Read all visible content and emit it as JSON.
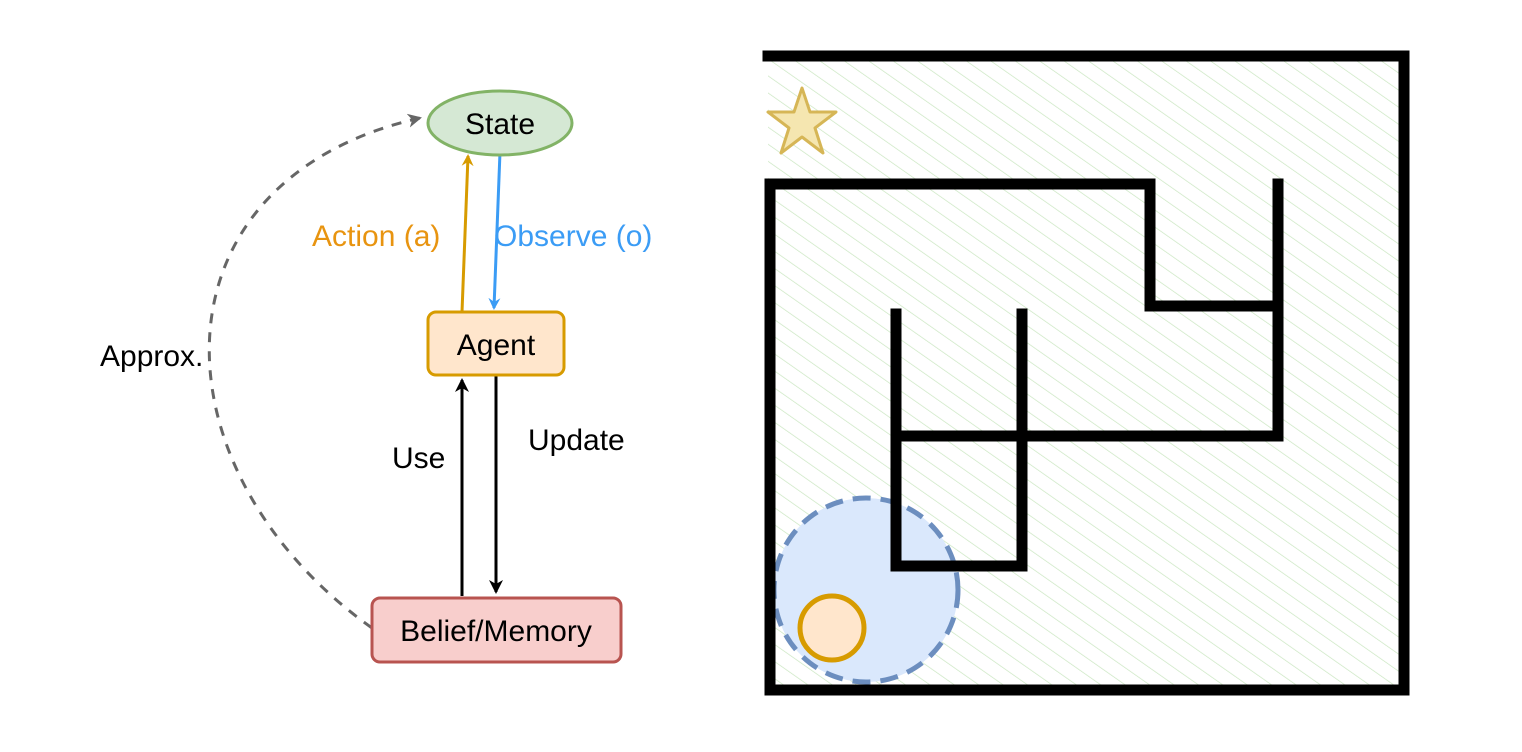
{
  "flow": {
    "nodes": {
      "state": {
        "label": "State",
        "fill": "#d5e8d4",
        "stroke": "#82b366"
      },
      "agent": {
        "label": "Agent",
        "fill": "#ffe6cc",
        "stroke": "#d79b00"
      },
      "belief": {
        "label": "Belief/Memory",
        "fill": "#f8cecc",
        "stroke": "#b85450"
      }
    },
    "edges": {
      "action": {
        "label": "Action (a)",
        "color": "#e89410"
      },
      "observe": {
        "label": "Observe (o)",
        "color": "#3b9cf5"
      },
      "use": {
        "label": "Use",
        "color": "#000000"
      },
      "update": {
        "label": "Update",
        "color": "#000000"
      },
      "approx": {
        "label": "Approx.",
        "color": "#666666"
      }
    }
  },
  "maze": {
    "hatch_color": "#c9e6c0",
    "goal_icon": "star-icon",
    "agent_icon": "agent-circle-icon",
    "observation_area": "observation-radius",
    "colors": {
      "goal": "#f5e6b0",
      "agent": "#ffe6cc",
      "agent_stroke": "#d79b00",
      "observation": "#dae8fc",
      "observation_stroke": "#6c8ebf"
    }
  }
}
